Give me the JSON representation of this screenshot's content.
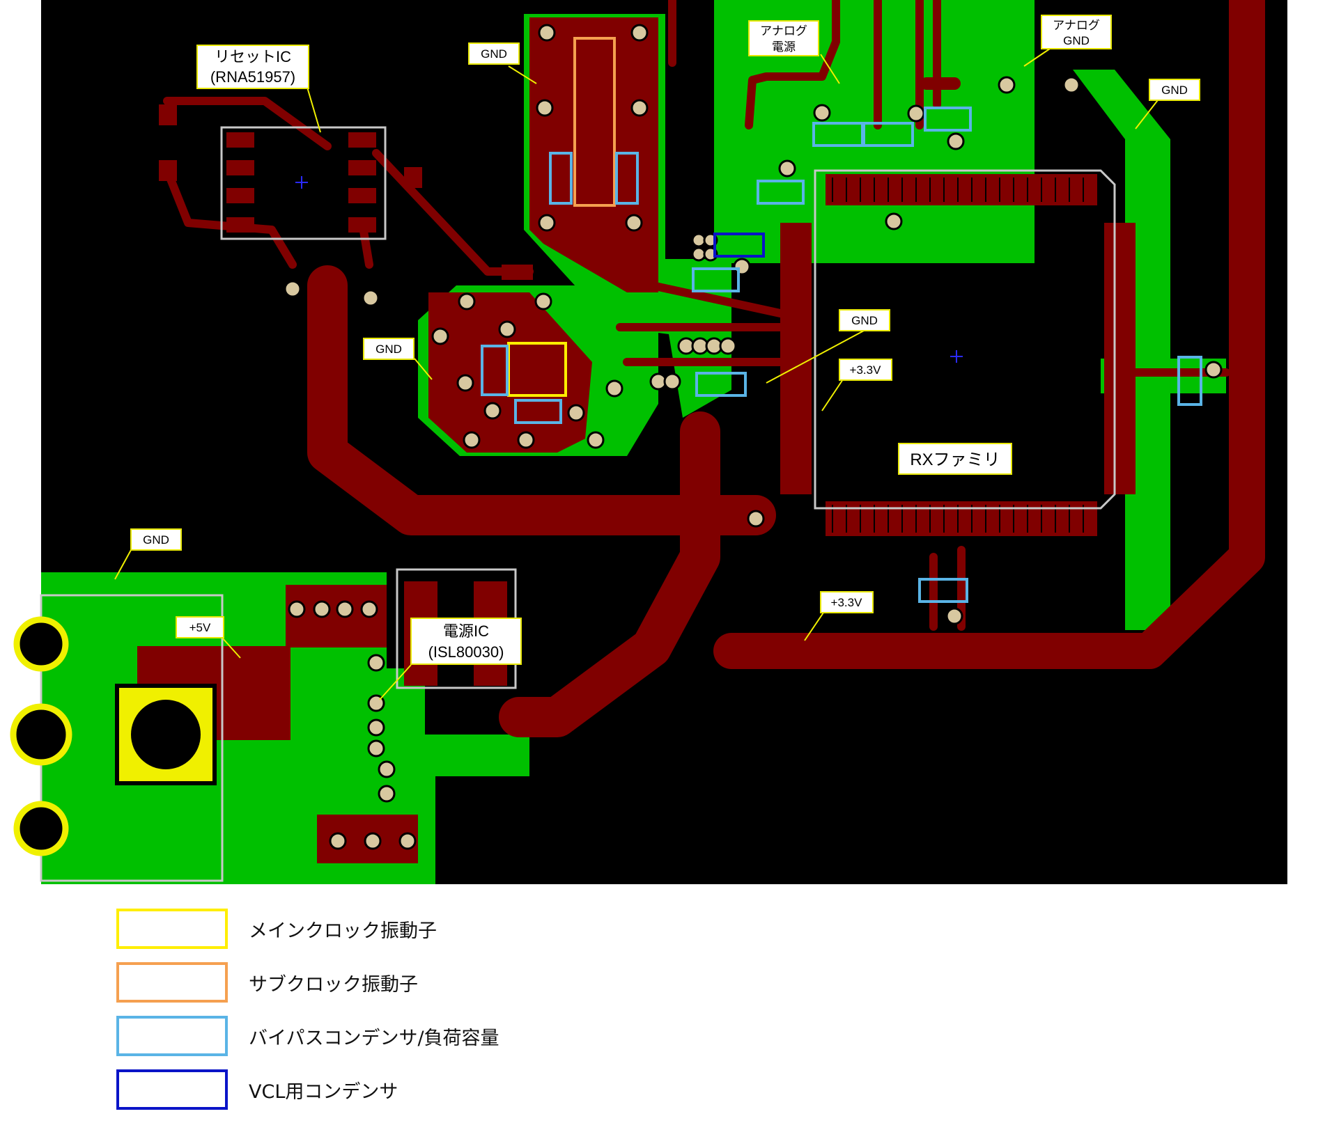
{
  "colors": {
    "board_bg": "#000000",
    "copper_trace": "#800000",
    "ground_plane": "#00c000",
    "via_fill": "#d8c8a0",
    "via_hole": "#8a7a5a",
    "silk": "#c8c8c8",
    "callout_fill": "#ffffff",
    "callout_border": "#e8e800",
    "main_clock": "#ffee00",
    "sub_clock": "#f5a050",
    "bypass": "#5ab4e6",
    "vcl": "#0a14c8",
    "pad_yellow": "#f0f000"
  },
  "callouts": {
    "reset_ic": [
      "リセットIC",
      "(RNA51957)"
    ],
    "gnd_top": "GND",
    "analog_power": [
      "アナログ",
      "電源"
    ],
    "analog_gnd": [
      "アナログ",
      "GND"
    ],
    "gnd_right": "GND",
    "gnd_left": "GND",
    "gnd_center": "GND",
    "v33_mid": "+3.3V",
    "mcu": "RXファミリ",
    "gnd_bottom": "GND",
    "v5": "+5V",
    "power_ic": [
      "電源IC",
      "(ISL80030)"
    ],
    "v33_bottom": "+3.3V"
  },
  "legend": [
    {
      "label": "メインクロック振動子",
      "color": "#ffee00",
      "icon": "main-clock-swatch"
    },
    {
      "label": "サブクロック振動子",
      "color": "#f5a050",
      "icon": "sub-clock-swatch"
    },
    {
      "label": "バイパスコンデンサ/負荷容量",
      "color": "#5ab4e6",
      "icon": "bypass-swatch"
    },
    {
      "label": "VCL用コンデンサ",
      "color": "#0a14c8",
      "icon": "vcl-swatch"
    }
  ]
}
